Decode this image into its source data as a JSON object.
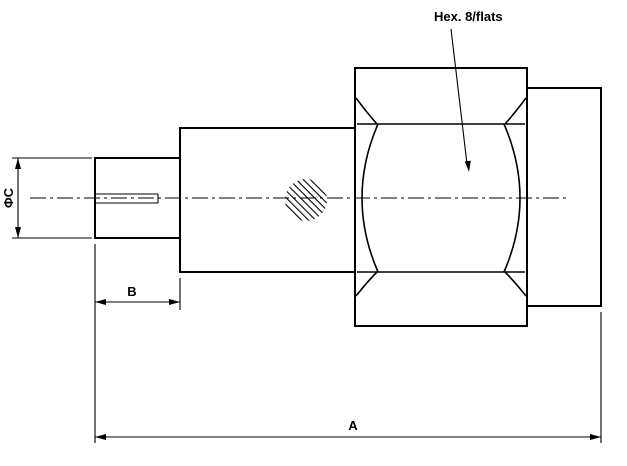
{
  "drawing": {
    "labels": {
      "hex": "Hex. 8/flats",
      "dia": "ΦC",
      "b": "B",
      "a": "A"
    },
    "colors": {
      "line": "#000000",
      "background": "#ffffff"
    }
  }
}
